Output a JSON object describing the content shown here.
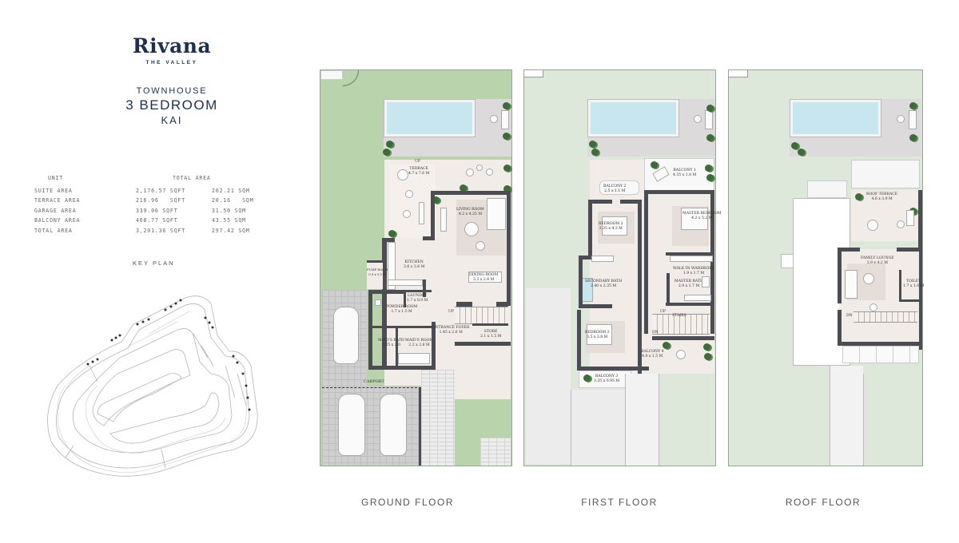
{
  "brand": {
    "name": "Rivana",
    "subtitle": "THE VALLEY"
  },
  "unit_type": {
    "category": "TOWNHOUSE",
    "bedrooms": "3 BEDROOM",
    "model": "KAI"
  },
  "area_table": {
    "header_unit": "UNIT",
    "header_total": "TOTAL AREA",
    "rows": [
      {
        "label": "SUITE AREA",
        "sqft": "2,176.57 SQFT",
        "sqm": "202.21 SQM"
      },
      {
        "label": "TERRACE AREA",
        "sqft": "216.96   SQFT",
        "sqm": "20.16   SQM"
      },
      {
        "label": "GARAGE AREA",
        "sqft": "339.06 SQFT",
        "sqm": "31.50 SQM"
      },
      {
        "label": "BALCONY AREA",
        "sqft": "468.77 SQFT",
        "sqm": "43.55 SQM"
      },
      {
        "label": "TOTAL AREA",
        "sqft": "3,201.36 SQFT",
        "sqm": "297.42 SQM"
      }
    ]
  },
  "key_plan": {
    "label": "KEY PLAN"
  },
  "floors": {
    "ground": {
      "label": "GROUND FLOOR",
      "rooms": {
        "terrace": {
          "name": "TERRACE",
          "size": "4.7 x 7.6 M"
        },
        "living": {
          "name": "LIVING ROOM",
          "size": "4.2 x 4.25 M"
        },
        "kitchen": {
          "name": "KITCHEN",
          "size": "3.6 x 3.6 M"
        },
        "pump": {
          "name": "PUMP ROOM",
          "size": "0.9 x 1.5 M"
        },
        "dining": {
          "name": "DINING ROOM",
          "size": "3.3 x 2.4 M"
        },
        "laundry": {
          "name": "LAUNDRY",
          "size": "1.7 x 0.9 M"
        },
        "powder": {
          "name": "POWDER ROOM",
          "size": "1.7 x 1.5 M"
        },
        "maids_bath": {
          "name": "MAID'S BATH",
          "size": "1.25 x 2.0"
        },
        "maids_room": {
          "name": "MAID'S ROOM",
          "size": "2.2 x 2.6 M"
        },
        "foyer": {
          "name": "ENTRANCE FOYER",
          "size": "1.45 x 2.6 M"
        },
        "store": {
          "name": "STORE",
          "size": "2.1 x 1.5 M"
        },
        "carport": {
          "name": "CARPORT"
        },
        "up_mark": "UP",
        "up_mark_terrace": "UP"
      }
    },
    "first": {
      "label": "FIRST FLOOR",
      "rooms": {
        "balcony1": {
          "name": "BALCONY 1",
          "size": "4.35 x 1.8 M"
        },
        "balcony2": {
          "name": "BALCONY 2",
          "size": "2.5 x 1.1 M"
        },
        "master_bedroom": {
          "name": "MASTER BEDROOM",
          "size": "4.2 x 5.2 M"
        },
        "bedroom2": {
          "name": "BEDROOM 2",
          "size": "3.35 x 4.3 M"
        },
        "walk_in": {
          "name": "WALK IN WARDROBE",
          "size": "1.9 x 1.7 M"
        },
        "secondary_bath": {
          "name": "SECONDARY BATH",
          "size": "2.40 x 2.35 M"
        },
        "master_bath": {
          "name": "MASTER BATH",
          "size": "2.9 x 1.7 M"
        },
        "stairs": {
          "name": "STAIRS"
        },
        "bedroom3": {
          "name": "BEDROOM 3",
          "size": "3.5 x 3.8 M"
        },
        "balcony4": {
          "name": "BALCONY 4",
          "size": "4.0 x 1.5 M"
        },
        "balcony3": {
          "name": "BALCONY 3",
          "size": "3.35 x 0.95 M"
        },
        "up_mark": "UP",
        "dn_mark": "DN"
      }
    },
    "roof": {
      "label": "ROOF FLOOR",
      "rooms": {
        "roof_terrace": {
          "name": "ROOF TERRACE",
          "size": "4.6 x 3.9 M"
        },
        "family_lounge": {
          "name": "FAMILY LOUNGE",
          "size": "3.9 x 4.2 M"
        },
        "toilet": {
          "name": "TOILET",
          "size": "1.7 x 1.6 M"
        },
        "dn_mark": "DN"
      }
    }
  },
  "colors": {
    "brand_navy": "#1e2f4f",
    "lawn_green": "#b9d3ad",
    "pool_blue": "#c8e6ef",
    "wall_gray": "#4b4d52"
  }
}
